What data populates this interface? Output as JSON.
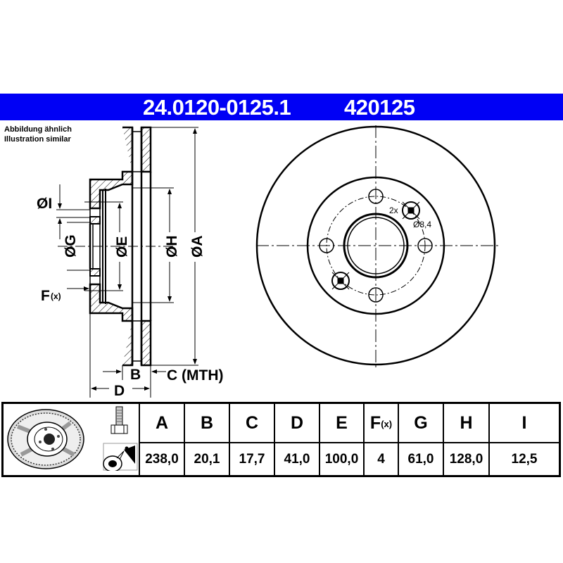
{
  "header": {
    "part_number": "24.0120-0125.1",
    "short_number": "420125",
    "banner_color": "#0000f5"
  },
  "note": {
    "line1": "Abbildung ähnlich",
    "line2": "Illustration similar"
  },
  "side_view": {
    "labels": {
      "I": "ØI",
      "G": "ØG",
      "E": "ØE",
      "H": "ØH",
      "A": "ØA",
      "F": "F",
      "F_sub": "(x)",
      "B": "B",
      "C": "C (MTH)",
      "D": "D"
    }
  },
  "front_view": {
    "bolt_count_label": "2x",
    "hole_diameter_label": "Ø8,4"
  },
  "table": {
    "icons": [
      "brake-disc-perspective-icon",
      "bolt-icon",
      "cleaning-spray-icon"
    ],
    "columns": [
      {
        "key": "A",
        "label": "A",
        "value": "238,0"
      },
      {
        "key": "B",
        "label": "B",
        "value": "20,1"
      },
      {
        "key": "C",
        "label": "C",
        "value": "17,7"
      },
      {
        "key": "D",
        "label": "D",
        "value": "41,0"
      },
      {
        "key": "E",
        "label": "E",
        "value": "100,0"
      },
      {
        "key": "F",
        "label": "F",
        "label_sub": "(x)",
        "value": "4"
      },
      {
        "key": "G",
        "label": "G",
        "value": "61,0"
      },
      {
        "key": "H",
        "label": "H",
        "value": "128,0"
      },
      {
        "key": "I",
        "label": "I",
        "value": "12,5"
      }
    ]
  }
}
